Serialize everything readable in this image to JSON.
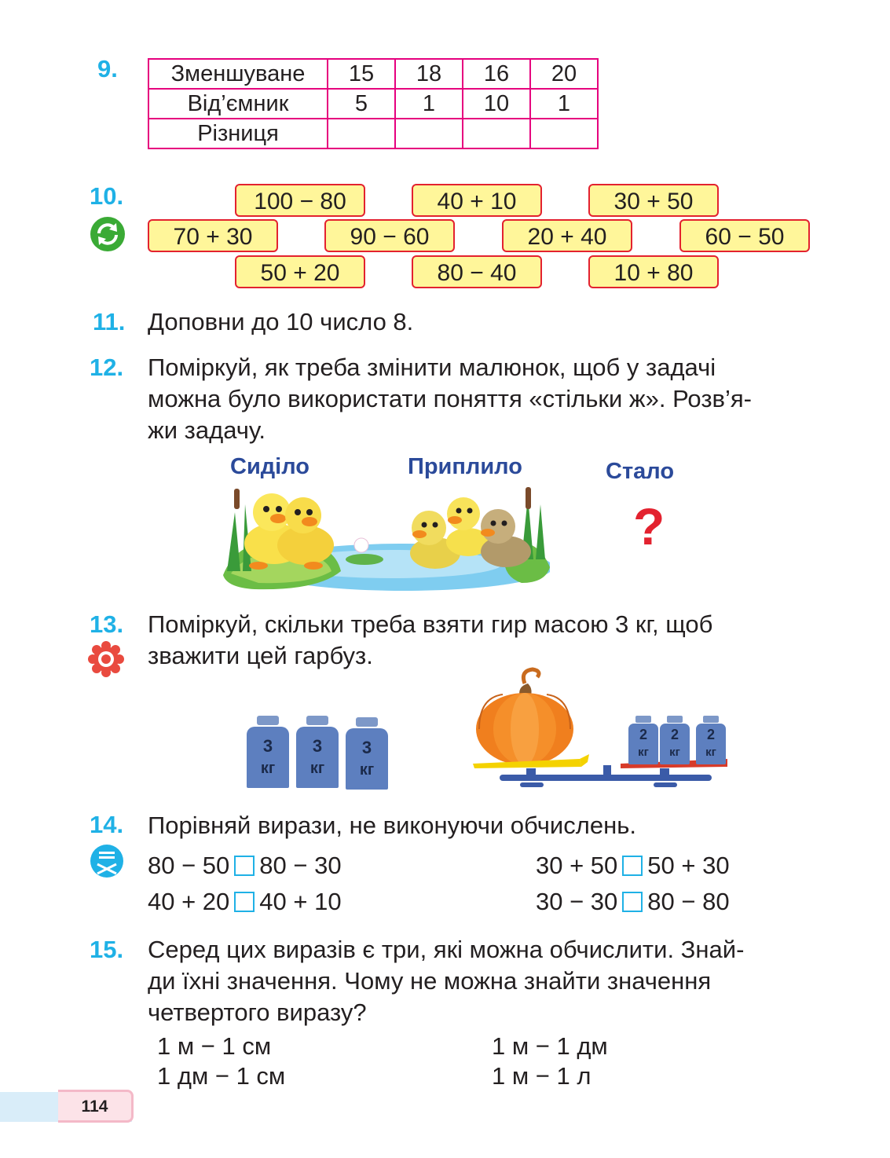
{
  "ex9": {
    "number": "9.",
    "rows": [
      {
        "label": "Зменшуване",
        "cells": [
          "15",
          "18",
          "16",
          "20"
        ]
      },
      {
        "label": "Від’ємник",
        "cells": [
          "5",
          "1",
          "10",
          "1"
        ]
      },
      {
        "label": "Різниця",
        "cells": [
          "",
          "",
          "",
          ""
        ]
      }
    ]
  },
  "ex10": {
    "number": "10.",
    "icon": "repeat-cycle-icon",
    "row1": [
      "100 − 80",
      "40 + 10",
      "30 + 50"
    ],
    "row2": [
      "70 + 30",
      "90 − 60",
      "20 + 40",
      "60 − 50"
    ],
    "row3": [
      "50 + 20",
      "80 − 40",
      "10 + 80"
    ]
  },
  "ex11": {
    "number": "11.",
    "text": "Доповни до 10 число 8."
  },
  "ex12": {
    "number": "12.",
    "lines": [
      "Поміркуй, як треба змінити малюнок, щоб у задачі",
      "можна було використати поняття «стільки ж». Розв’я-",
      "жи задачу."
    ],
    "label_sat": "Сиділо",
    "label_swam": "Приплило",
    "label_became": "Стало",
    "question_mark": "?"
  },
  "ex13": {
    "number": "13.",
    "icon": "flower-gear-icon",
    "lines": [
      "Поміркуй, скільки треба взяти гир масою 3 кг, щоб",
      "зважити цей гарбуз."
    ],
    "weights3": [
      {
        "n": "3",
        "u": "кг"
      },
      {
        "n": "3",
        "u": "кг"
      },
      {
        "n": "3",
        "u": "кг"
      }
    ],
    "weights2": [
      {
        "n": "2",
        "u": "кг"
      },
      {
        "n": "2",
        "u": "кг"
      },
      {
        "n": "2",
        "u": "кг"
      }
    ]
  },
  "ex14": {
    "number": "14.",
    "icon": "scissors-icon",
    "text": "Порівняй вирази, не виконуючи обчислень.",
    "pairs": [
      {
        "left": "80 − 50",
        "right": "80 − 30"
      },
      {
        "left": "30 + 50",
        "right": "50 + 30"
      },
      {
        "left": "40 + 20",
        "right": "40 + 10"
      },
      {
        "left": "30 − 30",
        "right": "80 − 80"
      }
    ]
  },
  "ex15": {
    "number": "15.",
    "lines": [
      "Серед цих виразів є три, які можна обчислити. Знай-",
      "ди їхні значення. Чому не можна знайти значення",
      "четвертого виразу?"
    ],
    "items": [
      "1 м − 1 см",
      "1 м − 1 дм",
      "1 дм − 1 см",
      "1 м − 1 л"
    ]
  },
  "page_number": "114",
  "colors": {
    "number_blue": "#1fb1e6",
    "table_border": "#e6007e",
    "tile_fill": "#fff69a",
    "tile_border": "#e3222f",
    "label_blue": "#2b4a9a"
  }
}
